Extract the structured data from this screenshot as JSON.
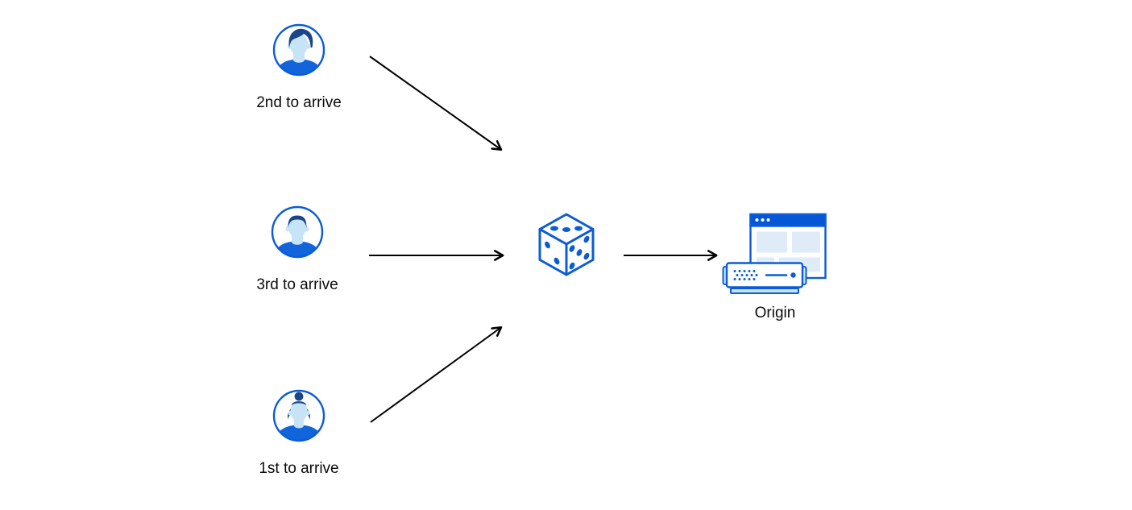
{
  "diagram": {
    "clients": [
      {
        "label": "2nd to arrive",
        "avatar": "man-swept-hair-avatar-icon"
      },
      {
        "label": "3rd to arrive",
        "avatar": "man-short-hair-avatar-icon"
      },
      {
        "label": "1st to arrive",
        "avatar": "woman-bun-avatar-icon"
      }
    ],
    "selector": {
      "icon": "dice-icon",
      "pips": {
        "top_face": 3,
        "left_face": 2,
        "right_face": 5
      }
    },
    "origin": {
      "label": "Origin",
      "icons": [
        "browser-window-icon",
        "server-icon"
      ]
    },
    "connections": [
      {
        "from": "client-2nd-to-arrive",
        "to": "dice"
      },
      {
        "from": "client-3rd-to-arrive",
        "to": "dice"
      },
      {
        "from": "client-1st-to-arrive",
        "to": "dice"
      },
      {
        "from": "dice",
        "to": "origin"
      }
    ],
    "colors": {
      "primary_blue": "#0b5cd5",
      "titlebar_blue": "#0657d6",
      "navy_hair": "#1a4689",
      "light_blue_fill": "#c7e3f6",
      "pale_blue_fill": "#dfecf8",
      "shirt_blue": "#1264da",
      "arrow_black": "#000000",
      "background": "#ffffff"
    }
  }
}
